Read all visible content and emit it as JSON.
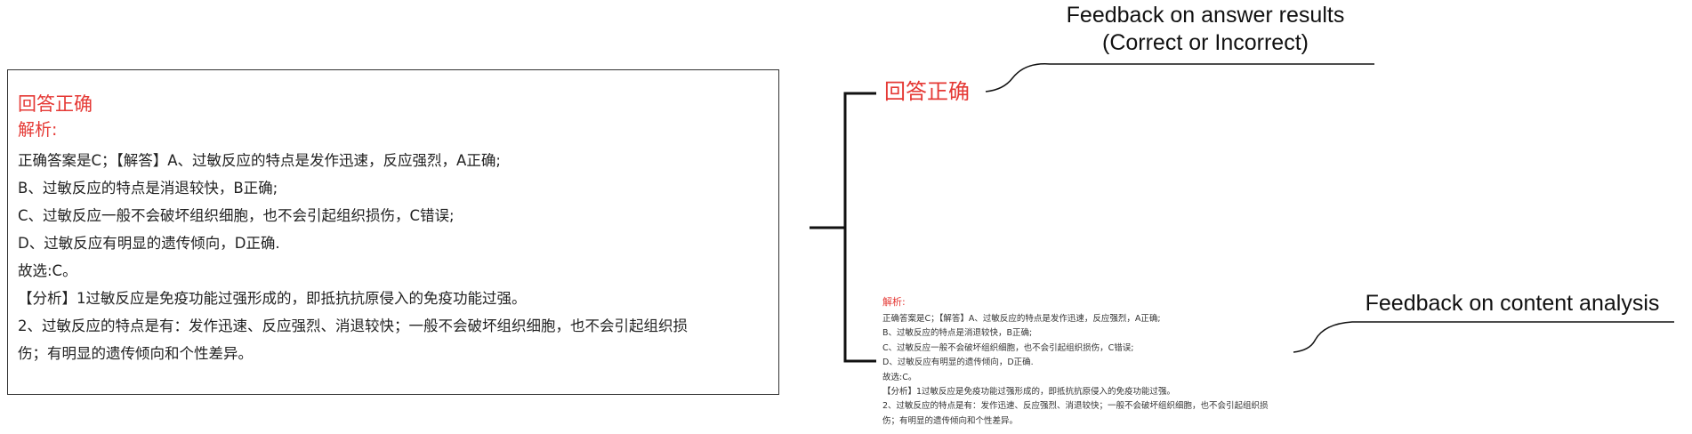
{
  "panel": {
    "result": "回答正确",
    "analysis_label": "解析:",
    "lines": [
      "正确答案是C；【解答】A、过敏反应的特点是发作迅速，反应强烈，A正确;",
      "B、过敏反应的特点是消退较快，B正确;",
      "C、过敏反应一般不会破坏组织细胞，也不会引起组织损伤，C错误;",
      "D、过敏反应有明显的遗传倾向，D正确.",
      "故选:C。",
      "【分析】1过敏反应是免疫功能过强形成的，即抵抗抗原侵入的免疫功能过强。",
      "2、过敏反应的特点是有：发作迅速、反应强烈、消退较快；一般不会破坏组织细胞，也不会引起组织损",
      "伤；有明显的遗传倾向和个性差异。"
    ]
  },
  "diagram": {
    "result": "回答正确",
    "analysis_label": "解析:",
    "lines": [
      "正确答案是C；【解答】A、过敏反应的特点是发作迅速，反应强烈，A正确;",
      "B、过敏反应的特点是消退较快，B正确;",
      "C、过敏反应一般不会破坏组织细胞，也不会引起组织损伤，C错误;",
      "D、过敏反应有明显的遗传倾向，D正确.",
      "故选:C。",
      "【分析】1过敏反应是免疫功能过强形成的，即抵抗抗原侵入的免疫功能过强。",
      "2、过敏反应的特点是有：发作迅速、反应强烈、消退较快；一般不会破坏组织细胞，也不会引起组织损",
      "伤；有明显的遗传倾向和个性差异。"
    ],
    "callout_result_line1": "Feedback on answer results",
    "callout_result_line2": "(Correct or Incorrect)",
    "callout_analysis": "Feedback on content analysis"
  },
  "colors": {
    "result_red": "#e53935",
    "line_black": "#111111"
  }
}
